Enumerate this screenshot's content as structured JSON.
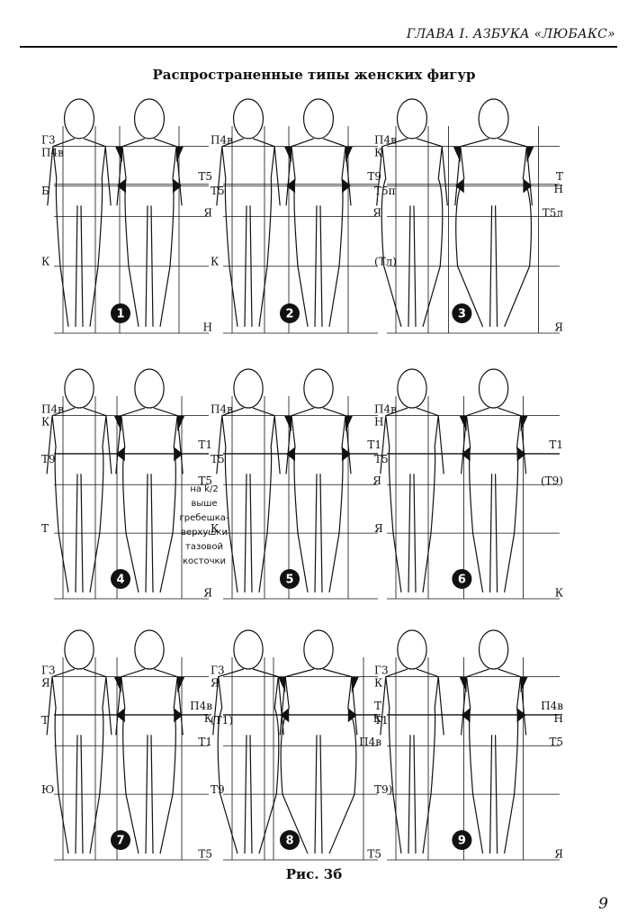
{
  "header": {
    "running_title": "ГЛАВА I. АЗБУКА «ЛЮБАКС»"
  },
  "figure": {
    "title": "Распространенные типы женских фигур",
    "caption": "Рис. 3б",
    "note_lines": [
      "на k/2",
      "выше",
      "гребешка-",
      "верхушки",
      "тазовой",
      "косточки"
    ]
  },
  "page_number": "9",
  "panels": [
    {
      "number": "1",
      "labels": [
        "Г3",
        "Т5",
        "Б",
        "Я",
        "К",
        "Н",
        "П4в"
      ]
    },
    {
      "number": "2",
      "labels": [
        "П4в",
        "Т9",
        "Т5",
        "Я",
        "К"
      ]
    },
    {
      "number": "3",
      "labels": [
        "П4в",
        "Т",
        "Т5п",
        "Т5л",
        "(Тл)",
        "Я",
        "К",
        "Н"
      ]
    },
    {
      "number": "4",
      "labels": [
        "П4в",
        "Т1",
        "Т9",
        "Т5",
        "Т",
        "Я",
        "К"
      ]
    },
    {
      "number": "5",
      "labels": [
        "П4в",
        "Т1",
        "Т5",
        "Я",
        "К"
      ]
    },
    {
      "number": "6",
      "labels": [
        "П4в",
        "Т1",
        "Т5",
        "(Т9)",
        "Я",
        "К",
        "Н"
      ]
    },
    {
      "number": "7",
      "labels": [
        "Г3",
        "П4в",
        "Т",
        "Т1",
        "Ю",
        "Т5",
        "Я",
        "К"
      ]
    },
    {
      "number": "8",
      "labels": [
        "Г3",
        "Т",
        "(Т1)",
        "П4в",
        "Т9",
        "Т5",
        "Я",
        "К"
      ]
    },
    {
      "number": "9",
      "labels": [
        "Г3",
        "П4в",
        "Т1",
        "Т5",
        "Т9)",
        "Я",
        "К",
        "Н"
      ]
    }
  ]
}
